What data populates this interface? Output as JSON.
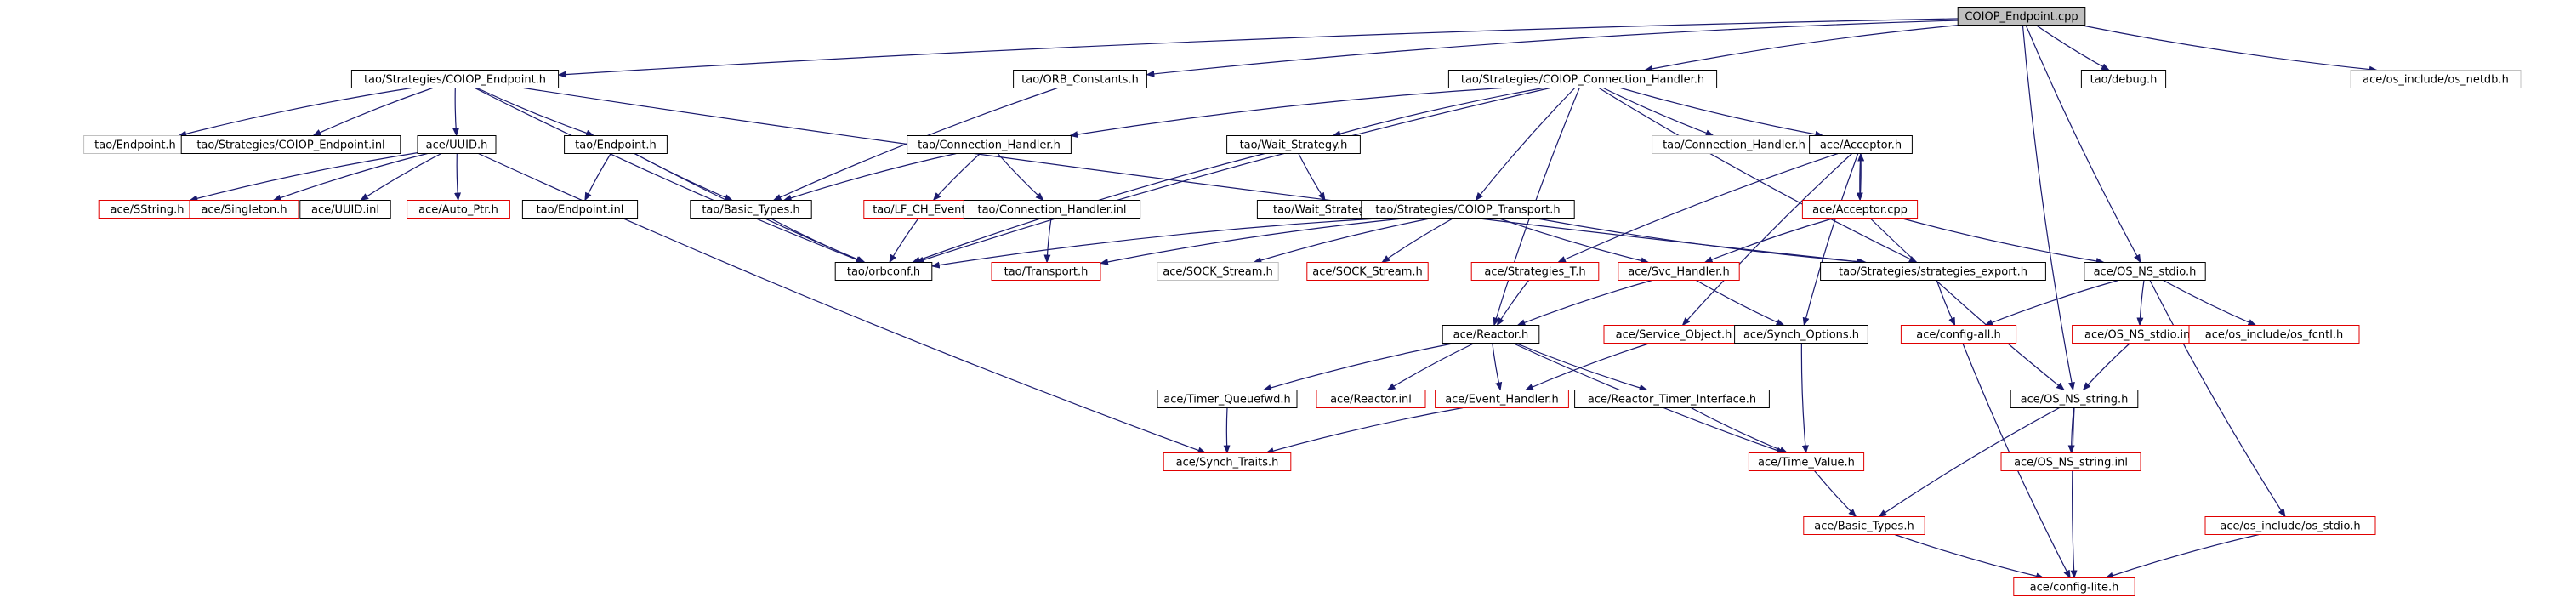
{
  "graph_title": "COIOP_Endpoint.cpp",
  "colors": {
    "edge": "#1a1a6e",
    "border_normal": "#000000",
    "border_missing": "#c0c0c0",
    "border_truncated": "#e00000",
    "root_fill": "#bfbfbf",
    "node_fill": "#ffffff"
  },
  "nodes": [
    {
      "id": "root",
      "label": "COIOP_Endpoint.cpp",
      "kind": "root"
    },
    {
      "id": "coiop_endpoint_h",
      "label": "tao/Strategies/COIOP_Endpoint.h",
      "kind": "normal"
    },
    {
      "id": "orb_constants",
      "label": "tao/ORB_Constants.h",
      "kind": "normal"
    },
    {
      "id": "coiop_conn_handler",
      "label": "tao/Strategies/COIOP_Connection_Handler.h",
      "kind": "normal"
    },
    {
      "id": "tao_debug",
      "label": "tao/debug.h",
      "kind": "normal"
    },
    {
      "id": "os_netdb",
      "label": "ace/os_include/os_netdb.h",
      "kind": "missing"
    },
    {
      "id": "tao_endpoint_h_gray",
      "label": "tao/Endpoint.h",
      "kind": "missing"
    },
    {
      "id": "coiop_endpoint_inl",
      "label": "tao/Strategies/COIOP_Endpoint.inl",
      "kind": "normal"
    },
    {
      "id": "uuid_h",
      "label": "ace/UUID.h",
      "kind": "normal"
    },
    {
      "id": "tao_endpoint_h",
      "label": "tao/Endpoint.h",
      "kind": "normal"
    },
    {
      "id": "connection_handler_h",
      "label": "tao/Connection_Handler.h",
      "kind": "normal"
    },
    {
      "id": "wait_strategy_h",
      "label": "tao/Wait_Strategy.h",
      "kind": "normal"
    },
    {
      "id": "connection_handler_gray",
      "label": "tao/Connection_Handler.h",
      "kind": "missing"
    },
    {
      "id": "acceptor_h",
      "label": "ace/Acceptor.h",
      "kind": "normal"
    },
    {
      "id": "sstring_h",
      "label": "ace/SString.h",
      "kind": "truncated"
    },
    {
      "id": "singleton_h",
      "label": "ace/Singleton.h",
      "kind": "truncated"
    },
    {
      "id": "uuid_inl",
      "label": "ace/UUID.inl",
      "kind": "normal"
    },
    {
      "id": "auto_ptr_h",
      "label": "ace/Auto_Ptr.h",
      "kind": "truncated"
    },
    {
      "id": "endpoint_inl",
      "label": "tao/Endpoint.inl",
      "kind": "normal"
    },
    {
      "id": "basic_types_tao",
      "label": "tao/Basic_Types.h",
      "kind": "normal"
    },
    {
      "id": "lf_ch_event",
      "label": "tao/LF_CH_Event.h",
      "kind": "truncated"
    },
    {
      "id": "connection_handler_inl",
      "label": "tao/Connection_Handler.inl",
      "kind": "normal"
    },
    {
      "id": "wait_strategy_inl",
      "label": "tao/Wait_Strategy.inl",
      "kind": "normal"
    },
    {
      "id": "acceptor_cpp",
      "label": "ace/Acceptor.cpp",
      "kind": "truncated"
    },
    {
      "id": "coiop_transport_h",
      "label": "tao/Strategies/COIOP_Transport.h",
      "kind": "normal"
    },
    {
      "id": "orbconf_h",
      "label": "tao/orbconf.h",
      "kind": "normal"
    },
    {
      "id": "transport_h",
      "label": "tao/Transport.h",
      "kind": "truncated"
    },
    {
      "id": "sock_stream_gray",
      "label": "ace/SOCK_Stream.h",
      "kind": "missing"
    },
    {
      "id": "sock_stream_red",
      "label": "ace/SOCK_Stream.h",
      "kind": "truncated"
    },
    {
      "id": "strategies_t_h",
      "label": "ace/Strategies_T.h",
      "kind": "truncated"
    },
    {
      "id": "svc_handler_h",
      "label": "ace/Svc_Handler.h",
      "kind": "truncated"
    },
    {
      "id": "strategies_export",
      "label": "tao/Strategies/strategies_export.h",
      "kind": "normal"
    },
    {
      "id": "os_ns_stdio_h",
      "label": "ace/OS_NS_stdio.h",
      "kind": "normal"
    },
    {
      "id": "reactor_h",
      "label": "ace/Reactor.h",
      "kind": "normal"
    },
    {
      "id": "service_object_h",
      "label": "ace/Service_Object.h",
      "kind": "truncated"
    },
    {
      "id": "synch_options_h",
      "label": "ace/Synch_Options.h",
      "kind": "normal"
    },
    {
      "id": "config_all_h",
      "label": "ace/config-all.h",
      "kind": "truncated"
    },
    {
      "id": "os_ns_stdio_inl",
      "label": "ace/OS_NS_stdio.inl",
      "kind": "truncated"
    },
    {
      "id": "os_fcntl_h",
      "label": "ace/os_include/os_fcntl.h",
      "kind": "truncated"
    },
    {
      "id": "timer_queuefwd_h",
      "label": "ace/Timer_Queuefwd.h",
      "kind": "normal"
    },
    {
      "id": "reactor_inl",
      "label": "ace/Reactor.inl",
      "kind": "truncated"
    },
    {
      "id": "event_handler_h",
      "label": "ace/Event_Handler.h",
      "kind": "truncated"
    },
    {
      "id": "reactor_timer_iface",
      "label": "ace/Reactor_Timer_Interface.h",
      "kind": "normal"
    },
    {
      "id": "os_ns_string_h",
      "label": "ace/OS_NS_string.h",
      "kind": "normal"
    },
    {
      "id": "synch_traits_h",
      "label": "ace/Synch_Traits.h",
      "kind": "truncated"
    },
    {
      "id": "time_value_h",
      "label": "ace/Time_Value.h",
      "kind": "truncated"
    },
    {
      "id": "os_ns_string_inl",
      "label": "ace/OS_NS_string.inl",
      "kind": "truncated"
    },
    {
      "id": "basic_types_ace",
      "label": "ace/Basic_Types.h",
      "kind": "truncated"
    },
    {
      "id": "os_stdio_h",
      "label": "ace/os_include/os_stdio.h",
      "kind": "truncated"
    },
    {
      "id": "config_lite_h",
      "label": "ace/config-lite.h",
      "kind": "truncated"
    }
  ],
  "edges": [
    [
      "root",
      "coiop_endpoint_h"
    ],
    [
      "root",
      "orb_constants"
    ],
    [
      "root",
      "coiop_conn_handler"
    ],
    [
      "root",
      "tao_debug"
    ],
    [
      "root",
      "os_netdb"
    ],
    [
      "root",
      "os_ns_stdio_h"
    ],
    [
      "root",
      "os_ns_string_h"
    ],
    [
      "coiop_endpoint_h",
      "tao_endpoint_h_gray"
    ],
    [
      "coiop_endpoint_h",
      "coiop_endpoint_inl"
    ],
    [
      "coiop_endpoint_h",
      "uuid_h"
    ],
    [
      "coiop_endpoint_h",
      "tao_endpoint_h"
    ],
    [
      "coiop_endpoint_h",
      "strategies_export"
    ],
    [
      "coiop_endpoint_h",
      "orbconf_h"
    ],
    [
      "orb_constants",
      "basic_types_tao"
    ],
    [
      "coiop_conn_handler",
      "connection_handler_h"
    ],
    [
      "coiop_conn_handler",
      "wait_strategy_h"
    ],
    [
      "coiop_conn_handler",
      "connection_handler_gray"
    ],
    [
      "coiop_conn_handler",
      "acceptor_h"
    ],
    [
      "coiop_conn_handler",
      "coiop_transport_h"
    ],
    [
      "coiop_conn_handler",
      "orbconf_h"
    ],
    [
      "coiop_conn_handler",
      "strategies_export"
    ],
    [
      "coiop_conn_handler",
      "reactor_h"
    ],
    [
      "uuid_h",
      "sstring_h"
    ],
    [
      "uuid_h",
      "singleton_h"
    ],
    [
      "uuid_h",
      "uuid_inl"
    ],
    [
      "uuid_h",
      "auto_ptr_h"
    ],
    [
      "uuid_h",
      "synch_traits_h"
    ],
    [
      "tao_endpoint_h",
      "endpoint_inl"
    ],
    [
      "tao_endpoint_h",
      "basic_types_tao"
    ],
    [
      "tao_endpoint_h",
      "orbconf_h"
    ],
    [
      "connection_handler_h",
      "basic_types_tao"
    ],
    [
      "connection_handler_h",
      "lf_ch_event"
    ],
    [
      "connection_handler_h",
      "connection_handler_inl"
    ],
    [
      "wait_strategy_h",
      "wait_strategy_inl"
    ],
    [
      "wait_strategy_h",
      "orbconf_h"
    ],
    [
      "acceptor_h",
      "acceptor_cpp"
    ],
    [
      "acceptor_h",
      "strategies_t_h"
    ],
    [
      "acceptor_h",
      "service_object_h"
    ],
    [
      "acceptor_h",
      "synch_options_h"
    ],
    [
      "acceptor_cpp",
      "acceptor_h"
    ],
    [
      "acceptor_cpp",
      "svc_handler_h"
    ],
    [
      "acceptor_cpp",
      "os_ns_stdio_h"
    ],
    [
      "acceptor_cpp",
      "os_ns_string_h"
    ],
    [
      "basic_types_tao",
      "orbconf_h"
    ],
    [
      "lf_ch_event",
      "orbconf_h"
    ],
    [
      "connection_handler_inl",
      "transport_h"
    ],
    [
      "coiop_transport_h",
      "transport_h"
    ],
    [
      "coiop_transport_h",
      "sock_stream_gray"
    ],
    [
      "coiop_transport_h",
      "sock_stream_red"
    ],
    [
      "coiop_transport_h",
      "svc_handler_h"
    ],
    [
      "coiop_transport_h",
      "strategies_export"
    ],
    [
      "coiop_transport_h",
      "orbconf_h"
    ],
    [
      "strategies_export",
      "config_all_h"
    ],
    [
      "strategies_t_h",
      "reactor_h"
    ],
    [
      "svc_handler_h",
      "reactor_h"
    ],
    [
      "svc_handler_h",
      "synch_options_h"
    ],
    [
      "os_ns_stdio_h",
      "config_all_h"
    ],
    [
      "os_ns_stdio_h",
      "os_ns_stdio_inl"
    ],
    [
      "os_ns_stdio_h",
      "os_fcntl_h"
    ],
    [
      "os_ns_stdio_h",
      "os_stdio_h"
    ],
    [
      "reactor_h",
      "timer_queuefwd_h"
    ],
    [
      "reactor_h",
      "reactor_inl"
    ],
    [
      "reactor_h",
      "event_handler_h"
    ],
    [
      "reactor_h",
      "reactor_timer_iface"
    ],
    [
      "reactor_h",
      "time_value_h"
    ],
    [
      "service_object_h",
      "event_handler_h"
    ],
    [
      "synch_options_h",
      "time_value_h"
    ],
    [
      "config_all_h",
      "config_lite_h"
    ],
    [
      "os_ns_stdio_inl",
      "os_ns_string_h"
    ],
    [
      "timer_queuefwd_h",
      "synch_traits_h"
    ],
    [
      "event_handler_h",
      "synch_traits_h"
    ],
    [
      "reactor_timer_iface",
      "time_value_h"
    ],
    [
      "os_ns_string_h",
      "os_ns_string_inl"
    ],
    [
      "os_ns_string_h",
      "basic_types_ace"
    ],
    [
      "os_ns_string_h",
      "config_lite_h"
    ],
    [
      "time_value_h",
      "basic_types_ace"
    ],
    [
      "basic_types_ace",
      "config_lite_h"
    ],
    [
      "os_stdio_h",
      "config_lite_h"
    ]
  ]
}
